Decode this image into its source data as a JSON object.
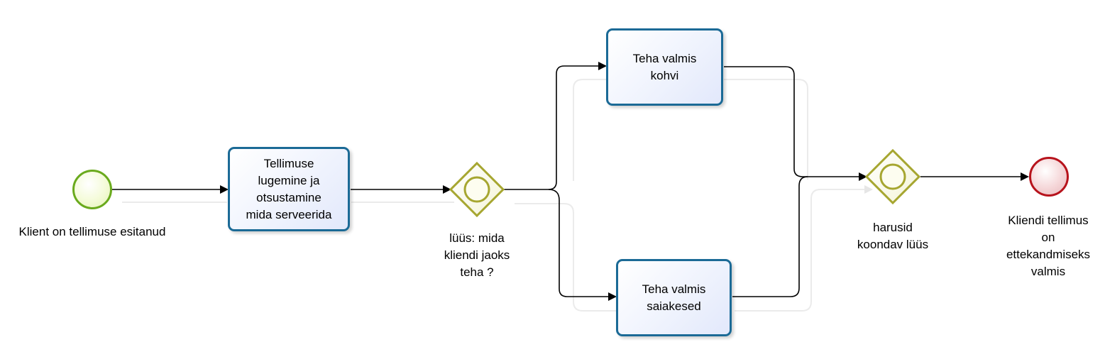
{
  "events": {
    "start": {
      "label": "Klient on tellimuse esitanud",
      "color": "#6aaa1d"
    },
    "end": {
      "label": "Kliendi tellimus\non\nettekandmiseks\nvalmis",
      "color": "#b7131c"
    }
  },
  "tasks": {
    "read_order": {
      "label": "Tellimuse\nlugemine ja\notsustamine\nmida serveerida"
    },
    "make_coffee": {
      "label": "Teha valmis\nkohvi"
    },
    "make_pastries": {
      "label": "Teha valmis\nsaiakesed"
    }
  },
  "gateways": {
    "split": {
      "label": "lüüs: mida\nkliendi jaoks\nteha ?"
    },
    "merge": {
      "label": "harusid\nkoondav lüüs"
    }
  },
  "colors": {
    "task_border": "#1b6a96",
    "gateway_border": "#a6a630",
    "gateway_fill": "#fdfdf0",
    "flow": "#000000"
  }
}
